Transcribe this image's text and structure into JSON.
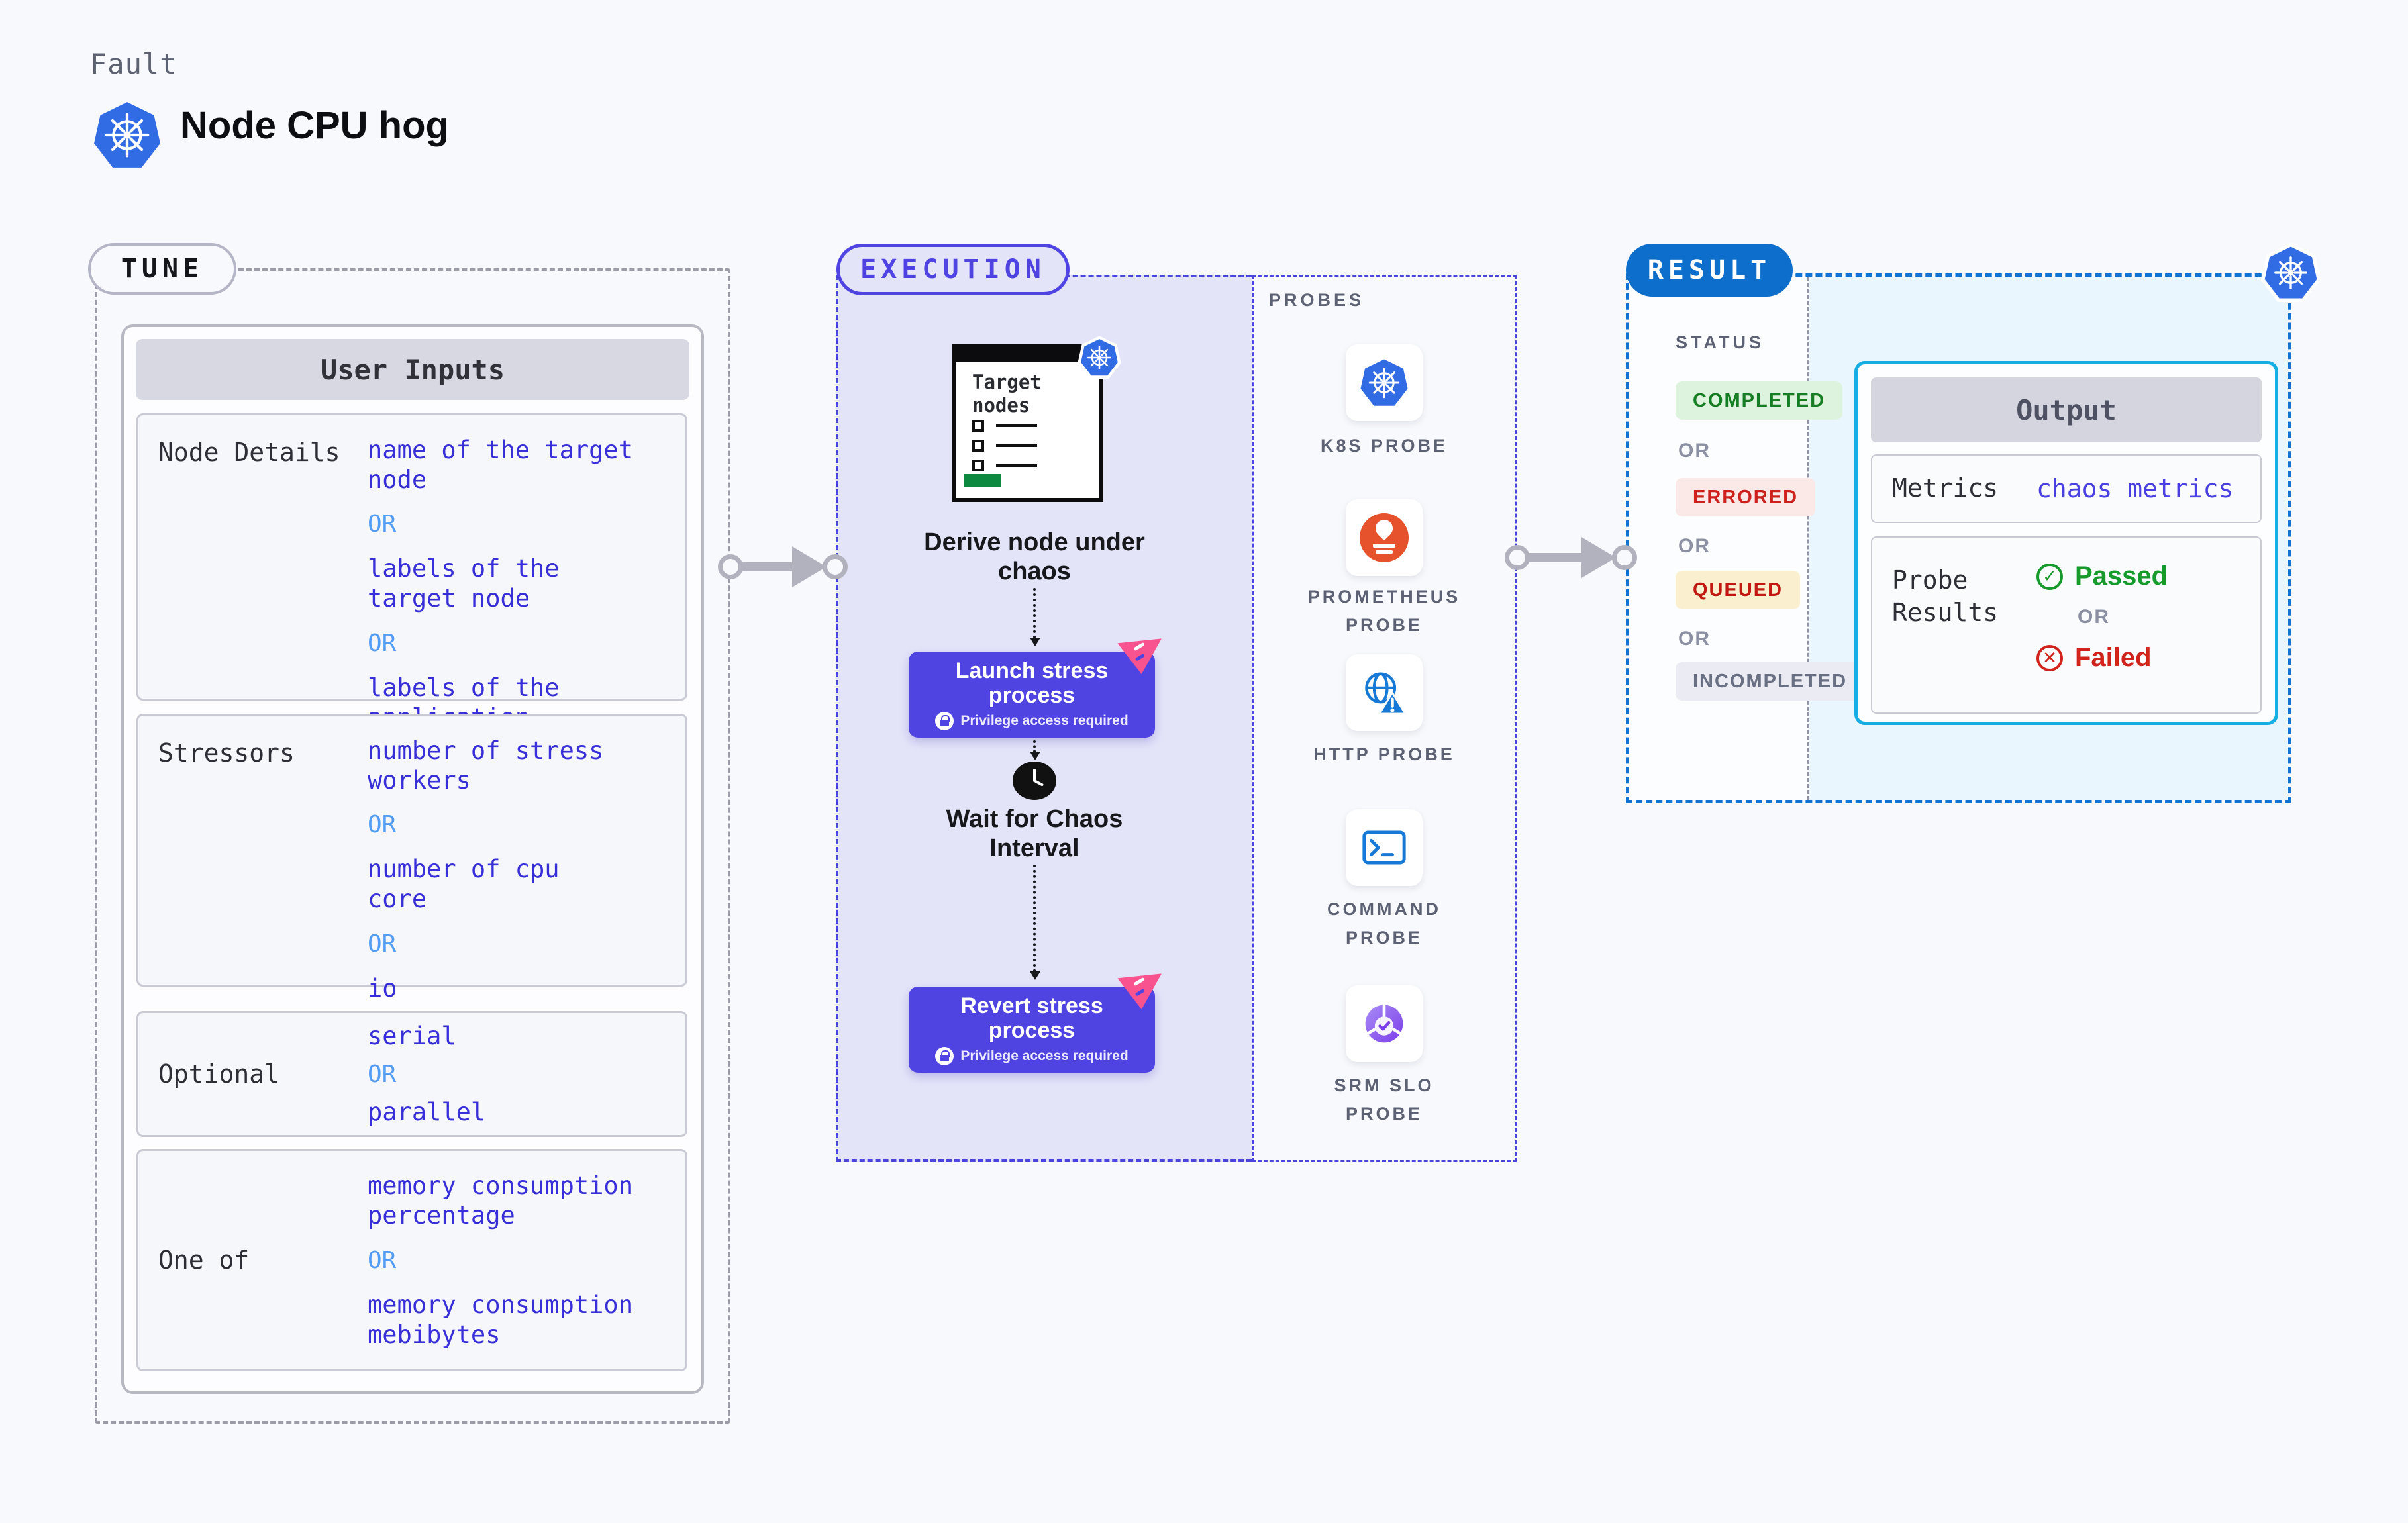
{
  "header": {
    "kicker": "Fault",
    "title": "Node CPU hog"
  },
  "tune": {
    "badge": "TUNE",
    "table_title": "User Inputs",
    "or_label": "OR",
    "rows": [
      {
        "label": "Node Details",
        "values": [
          "name of the target\nnode",
          "labels of the\ntarget node",
          "labels of the application\n scheduled on target node"
        ]
      },
      {
        "label": "Stressors",
        "values": [
          "number of stress\nworkers",
          "number of cpu\ncore",
          "io"
        ]
      },
      {
        "label": "Optional",
        "values": [
          "serial",
          "parallel"
        ]
      },
      {
        "label": "One of",
        "values": [
          "memory consumption\npercentage",
          "memory consumption\nmebibytes"
        ]
      }
    ]
  },
  "execution": {
    "badge": "EXECUTION",
    "target_card_title": "Target nodes",
    "derive_label": "Derive node under\nchaos",
    "launch_title": "Launch stress\nprocess",
    "launch_note": "Privilege access required",
    "wait_label": "Wait for Chaos\nInterval",
    "revert_title": "Revert stress\nprocess",
    "revert_note": "Privilege access required"
  },
  "probes": {
    "panel_label": "PROBES",
    "items": [
      {
        "icon": "kubernetes-icon",
        "label": "K8S PROBE"
      },
      {
        "icon": "prometheus-icon",
        "label": "PROMETHEUS\nPROBE"
      },
      {
        "icon": "http-globe-icon",
        "label": "HTTP PROBE"
      },
      {
        "icon": "command-terminal-icon",
        "label": "COMMAND\nPROBE"
      },
      {
        "icon": "srm-slo-icon",
        "label": "SRM SLO\nPROBE"
      }
    ]
  },
  "result": {
    "badge": "RESULT",
    "status_label": "STATUS",
    "or_label": "OR",
    "statuses": [
      {
        "label": "COMPLETED",
        "text_color": "#157e22",
        "bg_color": "#def3de"
      },
      {
        "label": "ERRORED",
        "text_color": "#cd211d",
        "bg_color": "#fbe9e8"
      },
      {
        "label": "QUEUED",
        "text_color": "#c21a12",
        "bg_color": "#faf0cf"
      },
      {
        "label": "INCOMPLETED",
        "text_color": "#697083",
        "bg_color": "#ebecf3"
      }
    ],
    "output": {
      "title": "Output",
      "metrics_label": "Metrics",
      "metrics_value": "chaos metrics",
      "probe_results_label": "Probe\nResults",
      "passed_label": "Passed",
      "or_label": "OR",
      "failed_label": "Failed"
    }
  },
  "colors": {
    "accent_indigo": "#4f43e2",
    "result_blue": "#0d6fcb",
    "cyan_border": "#14aee3",
    "k8s_blue": "#326ce5",
    "prometheus_orange": "#e6522c",
    "value_blue": "#382fd8",
    "or_blue": "#549df5",
    "passed_green": "#169a2c",
    "failed_red": "#d0231b"
  }
}
